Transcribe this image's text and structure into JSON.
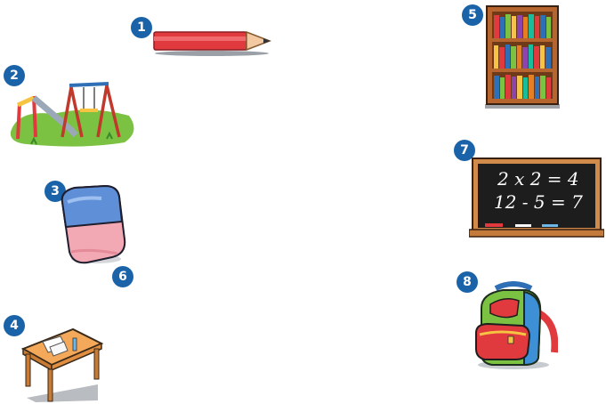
{
  "badges": [
    "1",
    "2",
    "3",
    "4",
    "5",
    "6",
    "7",
    "8"
  ],
  "items": {
    "1": {
      "icon": "pencil-icon"
    },
    "2": {
      "icon": "playground-icon"
    },
    "3": {
      "icon": "eraser-icon"
    },
    "4": {
      "icon": "desk-icon"
    },
    "5": {
      "icon": "bookshelf-icon"
    },
    "6": {
      "icon": "none"
    },
    "7": {
      "icon": "chalkboard-icon"
    },
    "8": {
      "icon": "backpack-icon"
    }
  },
  "chalkboard": {
    "line1": "2 x 2 = 4",
    "line2": "12 - 5 = 7"
  },
  "colors": {
    "badge": "#1a63a8",
    "pencil": "#e03a3e",
    "board": "#1d1d1d",
    "wood": "#b5652d"
  }
}
